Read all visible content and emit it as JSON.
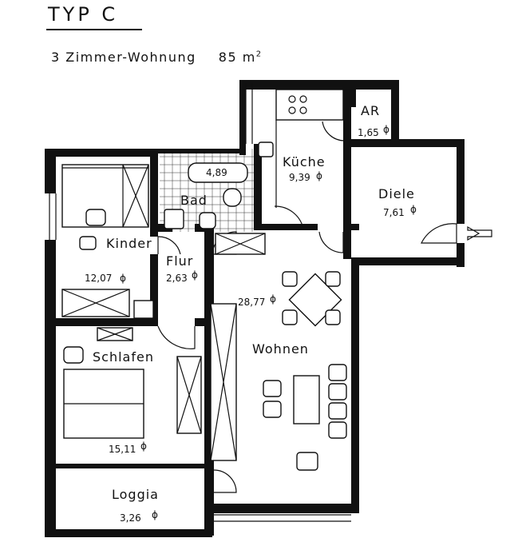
{
  "header": {
    "title": "TYP  C",
    "subtitle": "3 Zimmer-Wohnung",
    "area": "85 m",
    "area_sup": "2"
  },
  "rooms": {
    "kinder": {
      "name": "Kinder",
      "size": "12,07"
    },
    "bad": {
      "name": "Bad",
      "size": "4,89"
    },
    "kueche": {
      "name": "Küche",
      "size": "9,39"
    },
    "ar": {
      "name": "AR",
      "size": "1,65"
    },
    "diele": {
      "name": "Diele",
      "size": "7,61"
    },
    "flur": {
      "name": "Flur",
      "size": "2,63"
    },
    "wohnen": {
      "name": "Wohnen",
      "size": "28,77"
    },
    "schlafen": {
      "name": "Schlafen",
      "size": "15,11"
    },
    "loggia": {
      "name": "Loggia",
      "size": "3,26"
    }
  },
  "symbols": {
    "area_marker": "ɸ"
  },
  "icons": {
    "entrance": "entrance-arrow-icon"
  }
}
